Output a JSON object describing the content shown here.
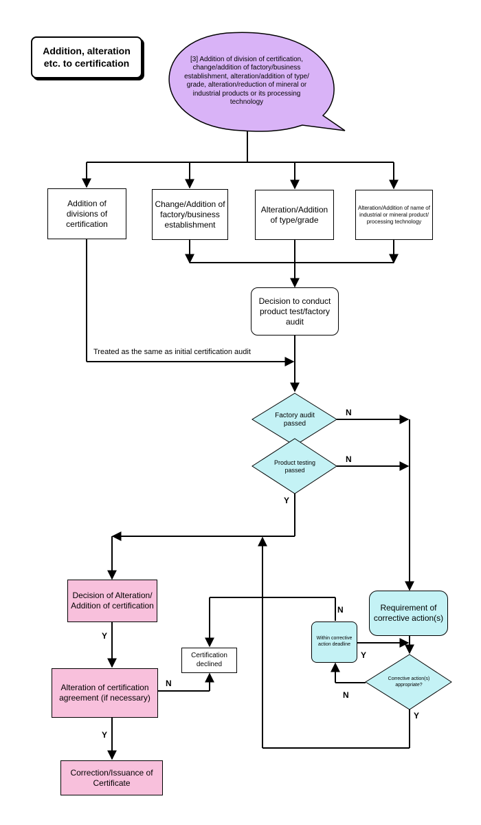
{
  "title": "Addition, alteration etc. to certification",
  "bubble": "[3] Addition of division of certification, change/addition of factory/business establishment, alteration/addition of type/ grade, alteration/reduction of mineral or industrial products or its processing technology",
  "branches": {
    "divisions": "Addition of divisions of certification",
    "factory": "Change/Addition of factory/business establishment",
    "type": "Alteration/Addition of type/grade",
    "name": "Alteration/Addition of name of industrial or mineral product/ processing technology"
  },
  "decision_test": "Decision to conduct product test/factory audit",
  "same_as_initial": "Treated as the same as initial certification audit",
  "diamonds": {
    "factory_audit": "Factory audit passed",
    "product_testing": "Product testing passed",
    "corrective_ok": "Corrective action(s) appropriate?"
  },
  "decision_alteration": "Decision of Alteration/ Addition of certification",
  "alteration_agreement": "Alteration of certification agreement (if necessary)",
  "issuance": "Correction/Issuance of Certificate",
  "declined": "Certification declined",
  "corrective_req": "Requirement of corrective action(s)",
  "within_deadline": "Within corrective action deadline",
  "labels": {
    "n": "N",
    "y": "Y"
  },
  "colors": {
    "bubble": "#d9b3f7",
    "pink": "#f8c0dc",
    "cyan": "#c4f2f5"
  }
}
